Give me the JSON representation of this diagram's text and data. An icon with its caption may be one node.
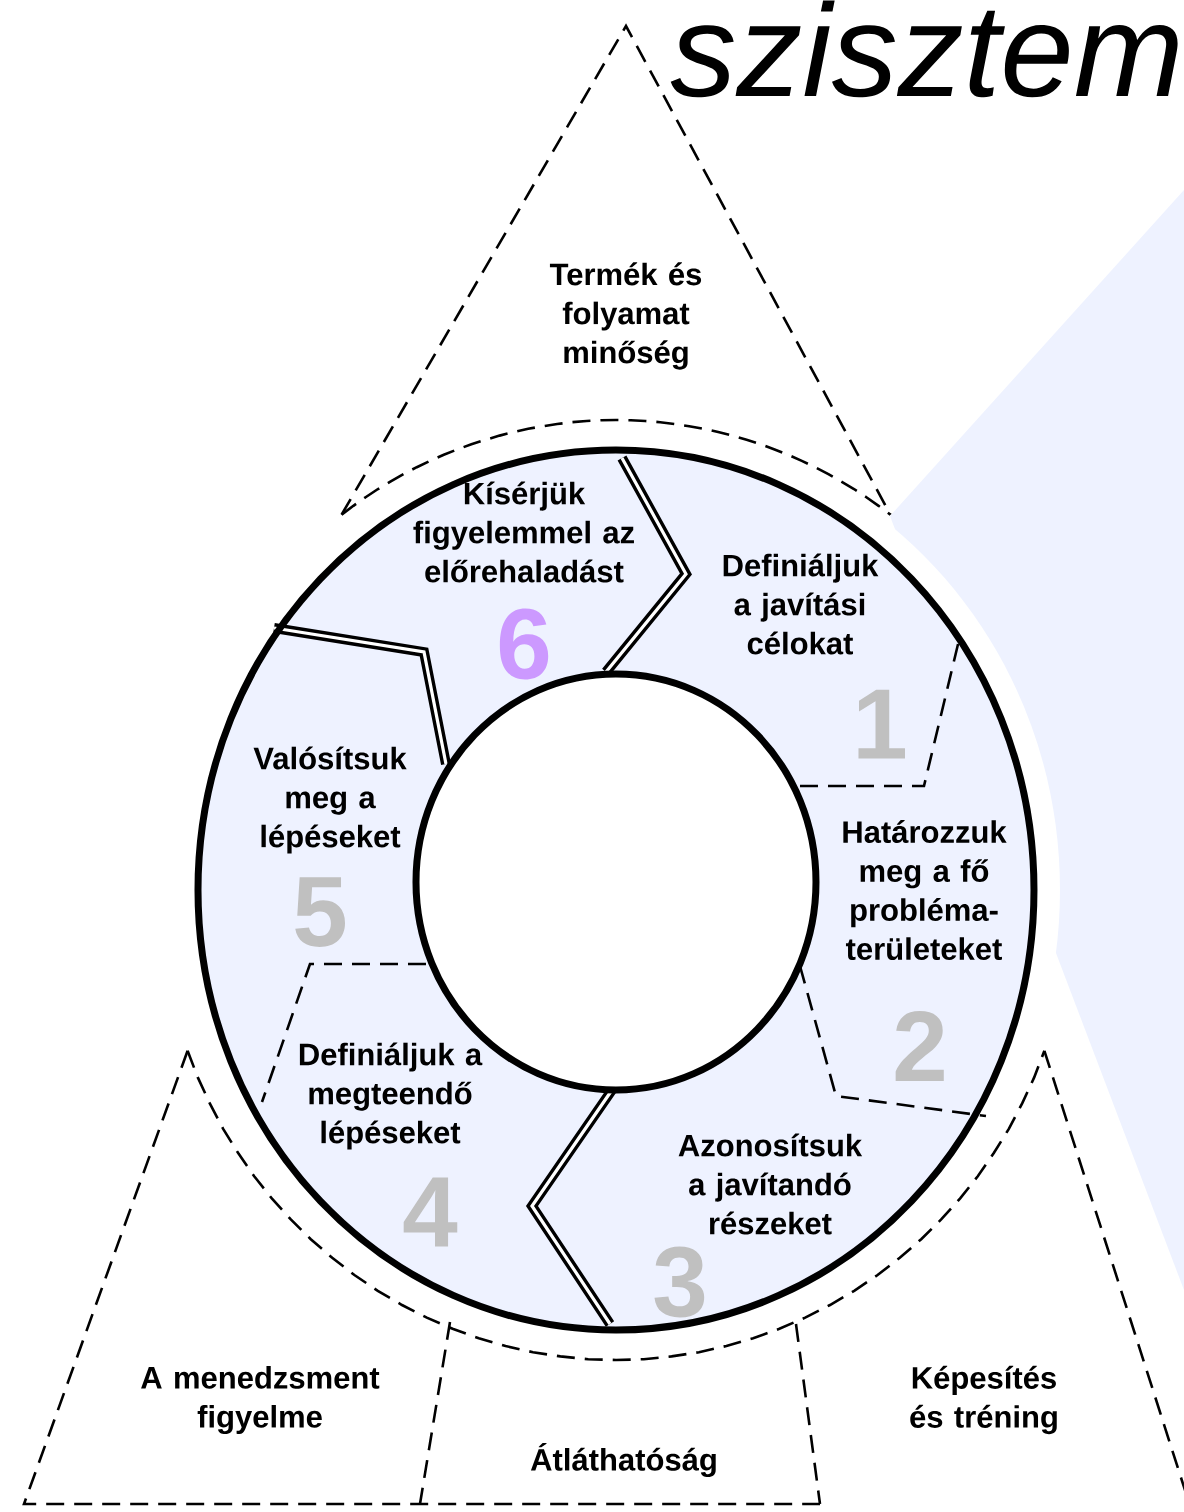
{
  "diagram": {
    "title": "szisztem",
    "nodes": [
      {
        "text": [
          "Kísérjük figyelemmel az előrehaladást",
          "6"
        ]
      },
      {
        "text": [
          "Definiáljuk a javítási célokat",
          "1"
        ]
      },
      {
        "text": [
          "Valósítsuk meg a lépéseket",
          "5"
        ]
      },
      {
        "text": [
          "Határozzuk meg a fő probléma-területeket",
          "2"
        ]
      },
      {
        "text": [
          "Definiáljuk a megteendő lépéseket",
          "4"
        ]
      },
      {
        "text": [
          "Azonosítsuk a javítandó részeket",
          "3"
        ]
      },
      {
        "text": [
          "Termék és folyamat minőség"
        ]
      },
      {
        "text": [
          "A menedzsment figyelme"
        ]
      },
      {
        "text": [
          "Átláthatóság"
        ]
      },
      {
        "text": [
          "Képesítés és tréning"
        ]
      }
    ]
  }
}
